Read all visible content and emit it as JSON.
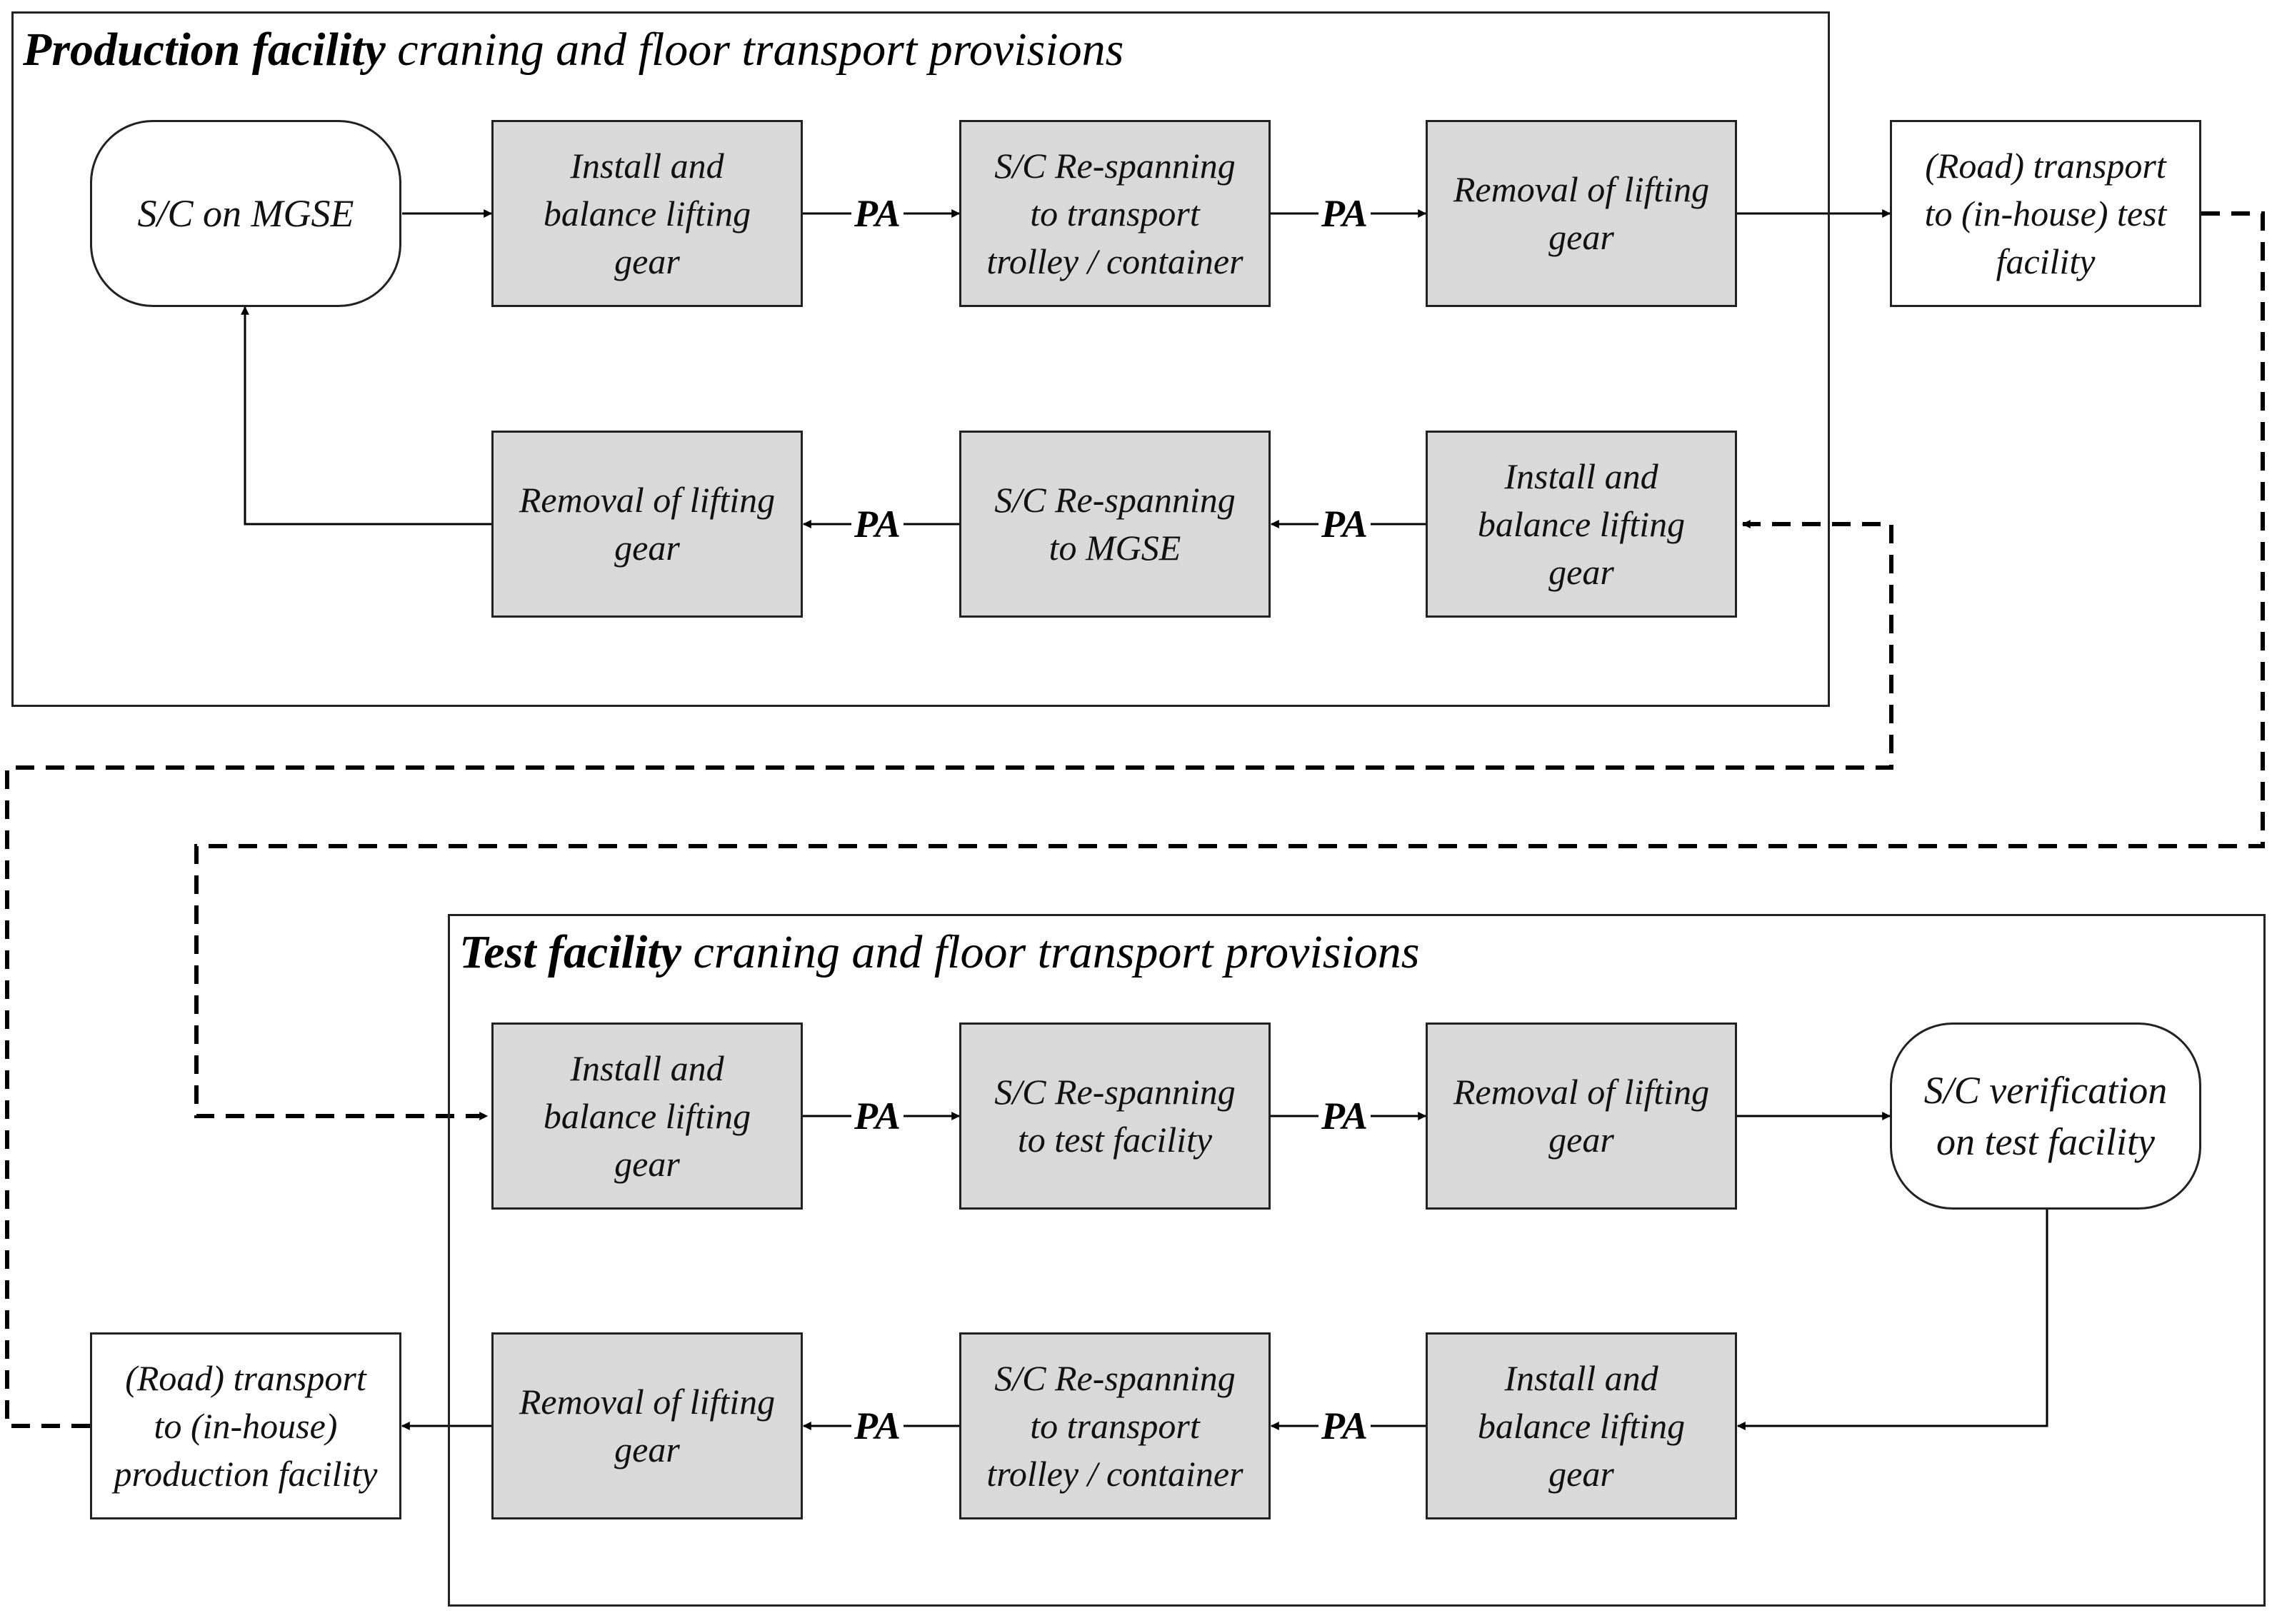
{
  "frames": {
    "production": {
      "title_bold": "Production facility",
      "title_rest": " craning and floor transport provisions"
    },
    "test": {
      "title_bold": "Test facility",
      "title_rest": " craning and floor transport provisions"
    }
  },
  "nodes": {
    "sc_on_mgse": "S/C on MGSE",
    "prod_install": "Install and\nbalance lifting\ngear",
    "prod_respan_trolley": "S/C Re-spanning\nto transport\ntrolley / container",
    "prod_removal_top": "Removal of lifting\ngear",
    "road_to_test": "(Road) transport\nto (in-house) test\nfacility",
    "prod_removal_bottom": "Removal of lifting\ngear",
    "prod_respan_mgse": "S/C Re-spanning\nto MGSE",
    "prod_install_bottom": "Install and\nbalance lifting\ngear",
    "test_install_top": "Install and\nbalance lifting\ngear",
    "test_respan_facility": "S/C Re-spanning\nto test facility",
    "test_removal_top": "Removal of lifting\ngear",
    "sc_verification": "S/C verification\non test facility",
    "road_to_production": "(Road) transport\nto (in-house)\nproduction facility",
    "test_removal_bottom": "Removal of lifting\ngear",
    "test_respan_trolley": "S/C Re-spanning\nto transport\ntrolley / container",
    "test_install_bottom": "Install and\nbalance lifting\ngear"
  },
  "pa_label": "PA"
}
